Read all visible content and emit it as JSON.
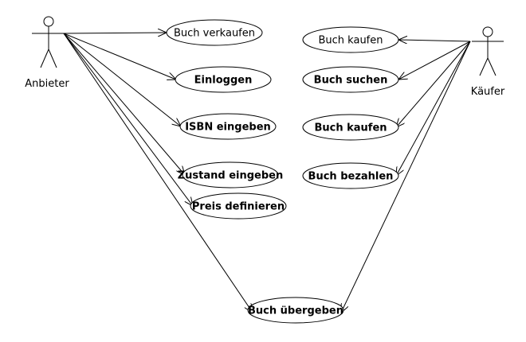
{
  "diagram": {
    "actors": {
      "seller": {
        "label": "Anbieter"
      },
      "buyer": {
        "label": "Käufer"
      }
    },
    "use_cases": {
      "sell_book": {
        "label": "Buch verkaufen",
        "bold": false
      },
      "login": {
        "label": "Einloggen",
        "bold": true
      },
      "enter_isbn": {
        "label": "ISBN eingeben",
        "bold": true
      },
      "enter_condition": {
        "label": "Zustand eingeben",
        "bold": true
      },
      "set_price": {
        "label": "Preis definieren",
        "bold": true
      },
      "hand_over": {
        "label": "Buch übergeben",
        "bold": true
      },
      "buy_book": {
        "label": "Buch kaufen",
        "bold": false
      },
      "search_book": {
        "label": "Buch suchen",
        "bold": true
      },
      "buy_book_2": {
        "label": "Buch kaufen",
        "bold": true
      },
      "pay_book": {
        "label": "Buch bezahlen",
        "bold": true
      }
    },
    "associations": [
      {
        "from": "seller",
        "to": "sell_book"
      },
      {
        "from": "seller",
        "to": "login"
      },
      {
        "from": "seller",
        "to": "enter_isbn"
      },
      {
        "from": "seller",
        "to": "enter_condition"
      },
      {
        "from": "seller",
        "to": "set_price"
      },
      {
        "from": "seller",
        "to": "hand_over"
      },
      {
        "from": "buyer",
        "to": "buy_book"
      },
      {
        "from": "buyer",
        "to": "search_book"
      },
      {
        "from": "buyer",
        "to": "buy_book_2"
      },
      {
        "from": "buyer",
        "to": "pay_book"
      },
      {
        "from": "buyer",
        "to": "hand_over"
      }
    ]
  }
}
